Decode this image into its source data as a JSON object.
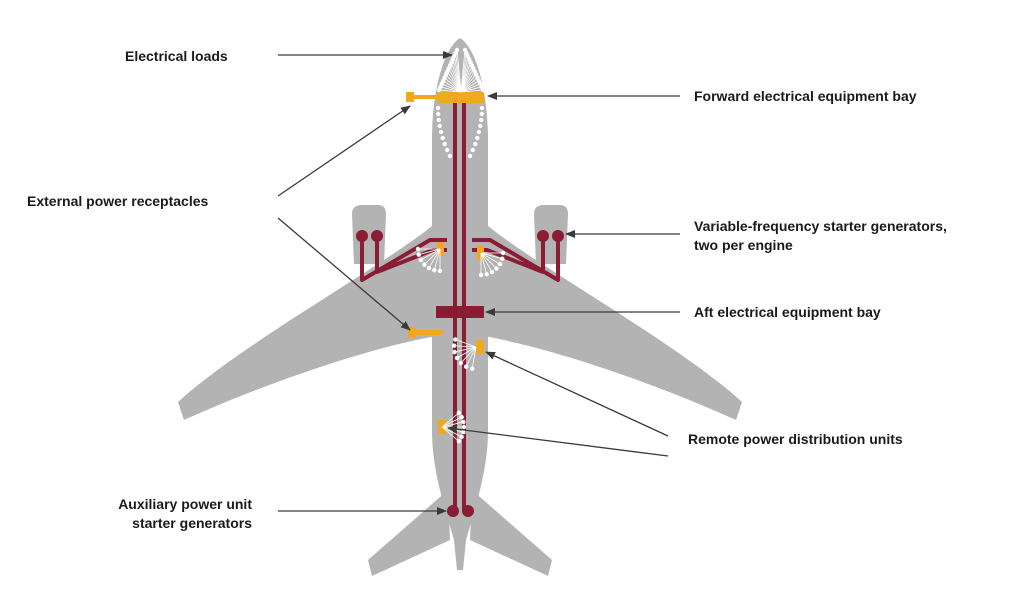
{
  "labels": {
    "electrical_loads": "Electrical loads",
    "forward_bay": "Forward electrical equipment bay",
    "external_power": "External power receptacles",
    "vf_generators_line1": "Variable-frequency starter generators,",
    "vf_generators_line2": "two per engine",
    "aft_bay": "Aft electrical equipment bay",
    "rpdu": "Remote power distribution units",
    "apu_line1": "Auxiliary power unit",
    "apu_line2": "starter generators"
  },
  "colors": {
    "aircraft": "#b3b3b3",
    "power_feeder": "#8a1c34",
    "equipment_unit": "#f0a81e",
    "load_dots": "#ffffff",
    "leader_line": "#3a3a3a",
    "text": "#1a1a1a"
  }
}
